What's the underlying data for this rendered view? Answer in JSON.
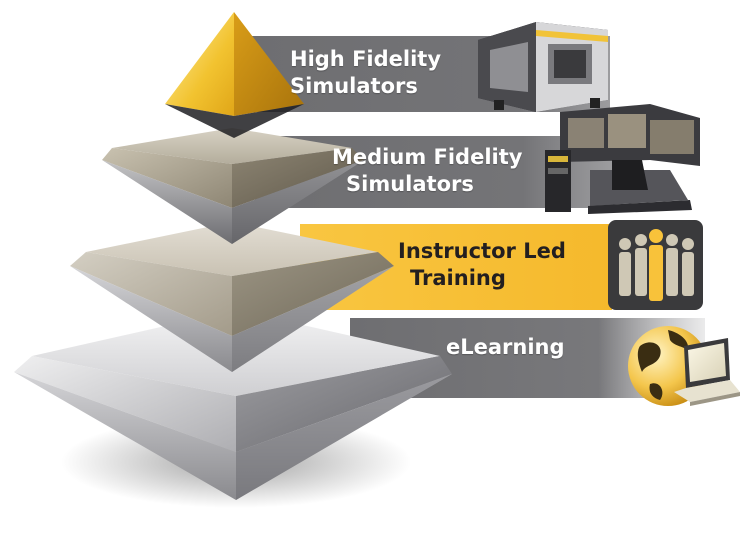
{
  "tiers": [
    {
      "id": "high",
      "lines": [
        "High Fidelity",
        "Simulators"
      ],
      "icon": "simulator-cabin-icon"
    },
    {
      "id": "medium",
      "lines": [
        "Medium Fidelity",
        "Simulators"
      ],
      "icon": "desktop-simulator-icon"
    },
    {
      "id": "instructor",
      "lines": [
        "Instructor Led",
        "Training"
      ],
      "icon": "people-group-icon"
    },
    {
      "id": "elearning",
      "lines": [
        "eLearning"
      ],
      "icon": "globe-laptop-icon"
    }
  ],
  "colors": {
    "accent": "#f8c23a",
    "band_gray": "#707073",
    "label_dark": "#231f20",
    "label_light": "#ffffff"
  }
}
